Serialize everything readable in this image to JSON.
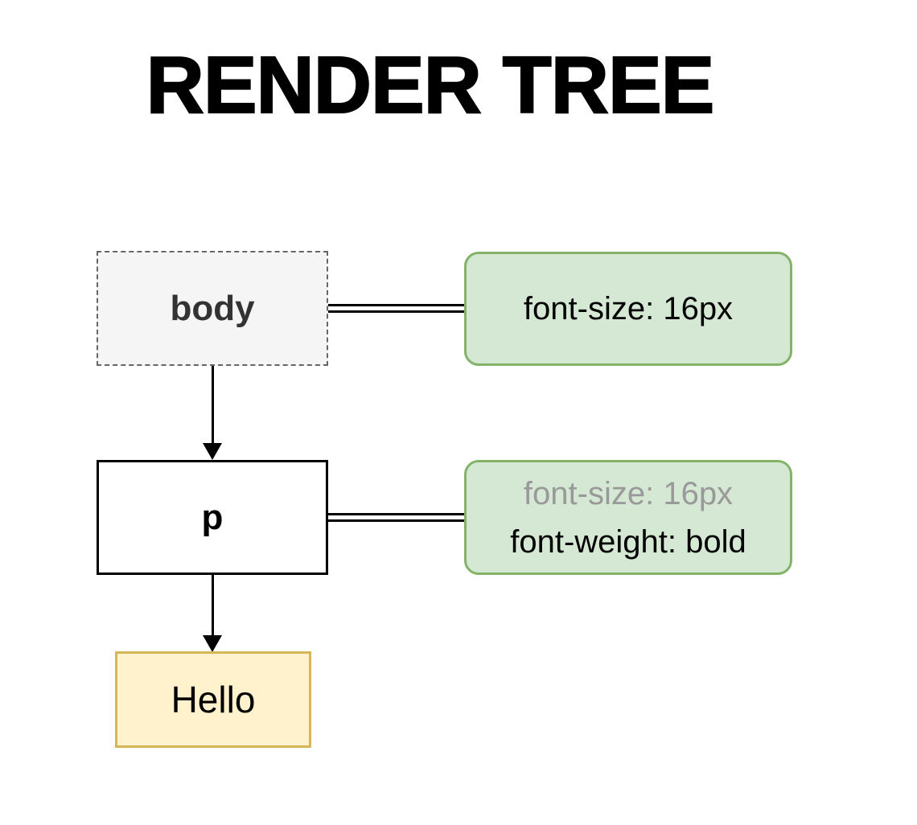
{
  "title": "RENDER TREE",
  "diagram": {
    "nodes": {
      "body": {
        "label": "body",
        "kind": "dom-element",
        "border_style": "dashed"
      },
      "p": {
        "label": "p",
        "kind": "dom-element",
        "border_style": "solid"
      },
      "hello": {
        "label": "Hello",
        "kind": "text-node"
      }
    },
    "style_annotations": {
      "body_style": {
        "lines": [
          {
            "text": "font-size: 16px",
            "inherited": false
          }
        ]
      },
      "p_style": {
        "lines": [
          {
            "text": "font-size: 16px",
            "inherited": true
          },
          {
            "text": "font-weight: bold",
            "inherited": false
          }
        ]
      }
    },
    "edges": [
      {
        "from": "body",
        "to": "p",
        "style": "arrow"
      },
      {
        "from": "p",
        "to": "hello",
        "style": "arrow"
      },
      {
        "from": "body",
        "to": "body_style",
        "style": "double-line"
      },
      {
        "from": "p",
        "to": "p_style",
        "style": "double-line"
      }
    ],
    "colors": {
      "style_box_fill": "#d5e8d4",
      "style_box_border": "#82b366",
      "text_node_fill": "#fff2cc",
      "text_node_border": "#d6b656",
      "dom_node_fill": "#f5f5f5",
      "dom_node_border": "#666666",
      "body_label_color": "#333333",
      "inherited_text_color": "#999999",
      "connector_color": "#000000"
    }
  }
}
